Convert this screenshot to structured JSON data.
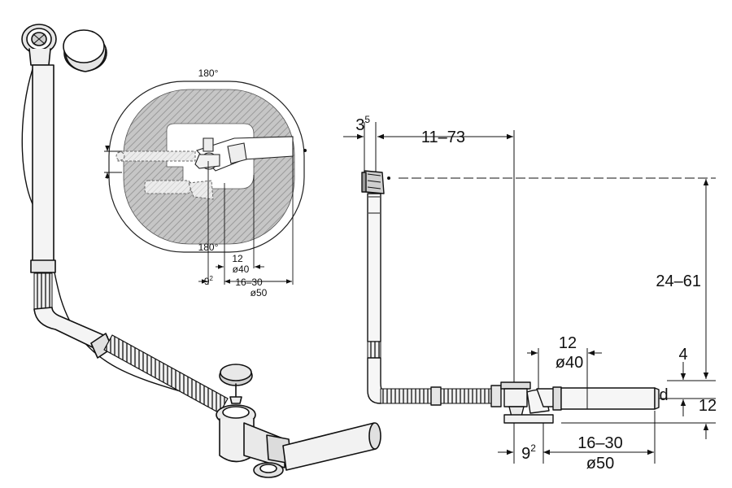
{
  "top_view": {
    "angle_top": "180°",
    "angle_bottom": "180°",
    "dim_12": "12",
    "dim_d40": "ø40",
    "dim_9_base": "9",
    "dim_9_sup": "2",
    "dim_16_30": "16–30",
    "dim_d50": "ø50"
  },
  "side_view": {
    "dim_3_base": "3",
    "dim_3_sup": "5",
    "dim_11_73": "11–73",
    "dim_24_61": "24–61",
    "dim_12_top": "12",
    "dim_d40": "ø40",
    "dim_4": "4",
    "dim_d": "d",
    "dim_12_right": "12",
    "dim_9_base": "9",
    "dim_9_sup": "2",
    "dim_16_30": "16–30",
    "dim_d50": "ø50"
  },
  "colors": {
    "line": "#111111",
    "pipe_fill": "#f2f2f2",
    "hatch_bg": "#bdbdbd"
  }
}
